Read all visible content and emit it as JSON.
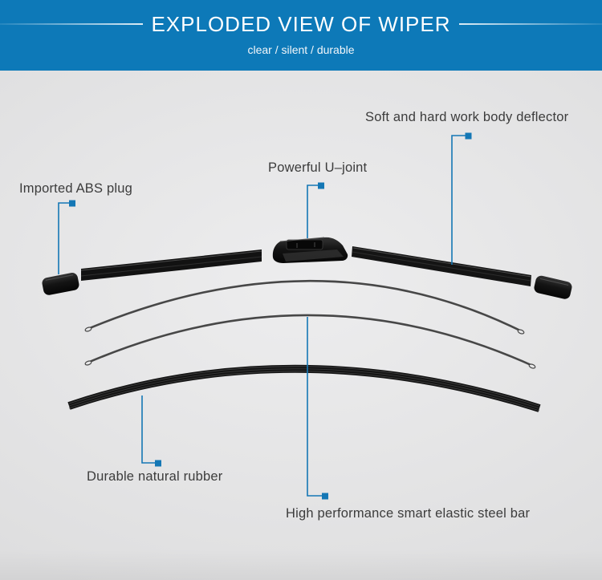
{
  "header": {
    "title": "EXPLODED VIEW OF WIPER",
    "subtitle": "clear / silent / durable"
  },
  "annotations": [
    {
      "id": "body-deflector",
      "label": "Soft and hard work body deflector"
    },
    {
      "id": "u-joint",
      "label": "Powerful U–joint"
    },
    {
      "id": "abs-plug",
      "label": "Imported ABS plug"
    },
    {
      "id": "natural-rubber",
      "label": "Durable natural rubber"
    },
    {
      "id": "steel-bar",
      "label": "High performance smart elastic steel bar"
    }
  ],
  "parts": [
    "imported-abs-plug",
    "left-rubber-strip",
    "u-joint-connector",
    "right-rubber-strip",
    "end-cap",
    "upper-steel-bar",
    "lower-steel-bar",
    "natural-rubber-blade"
  ],
  "colors": {
    "header_background": "#0d79b8",
    "header_text": "#ffffff",
    "scene_background": "#e5e5e6",
    "connector_blue": "#1477b5",
    "label_text": "#3c3c3c",
    "part_black": "#141414",
    "steel_gray": "#474747"
  }
}
